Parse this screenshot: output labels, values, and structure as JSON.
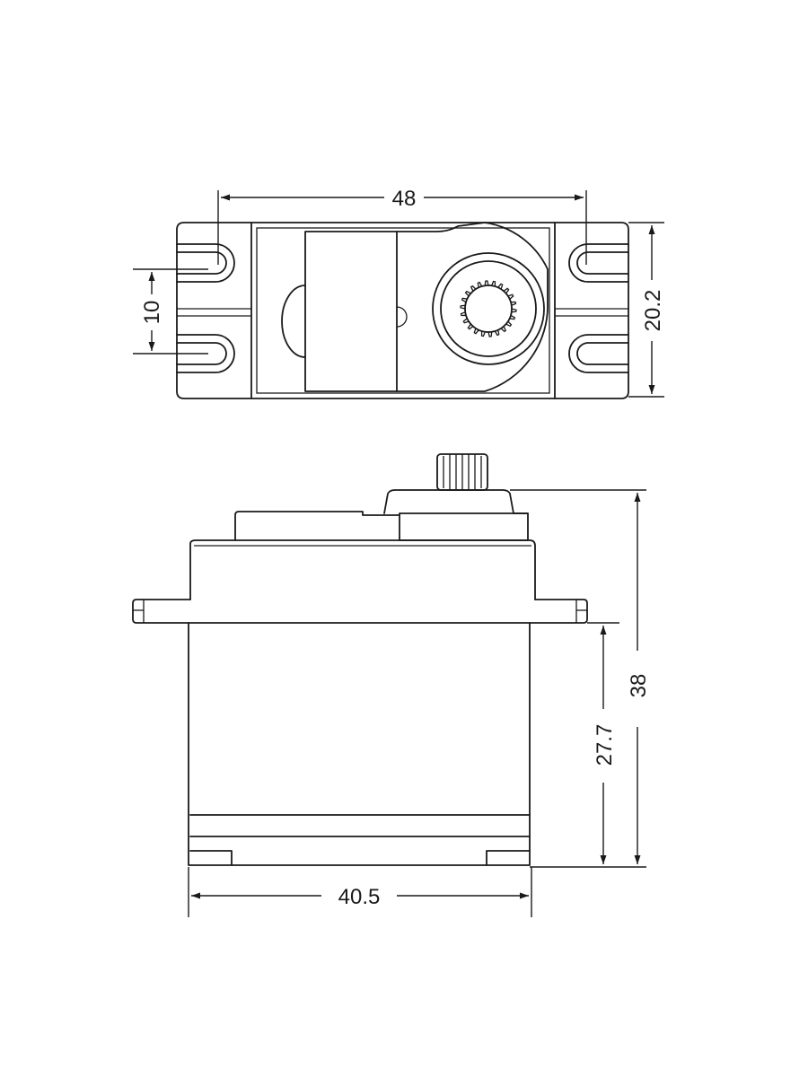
{
  "dimensions": {
    "top_width": "48",
    "top_height": "20.2",
    "hole_spacing": "10",
    "total_height": "38",
    "body_height": "27.7",
    "body_width": "40.5"
  },
  "colors": {
    "line": "#1a1a1a",
    "background": "#ffffff"
  }
}
